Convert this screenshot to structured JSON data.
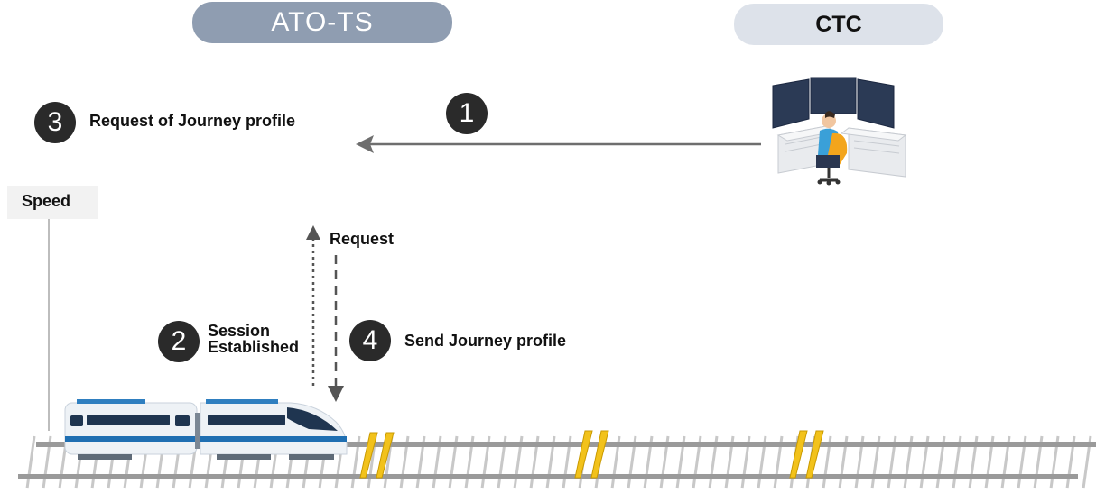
{
  "header": {
    "ato_ts": "ATO-TS",
    "ctc": "CTC"
  },
  "steps": [
    {
      "number": "1"
    },
    {
      "number": "2",
      "label_line1": "Session",
      "label_line2": "Established"
    },
    {
      "number": "3",
      "label": "Request of Journey profile"
    },
    {
      "number": "4",
      "label": "Send Journey profile"
    }
  ],
  "arrows": {
    "request_label": "Request"
  },
  "axis": {
    "speed_label": "Speed"
  },
  "colors": {
    "ato_pill": "#8f9db1",
    "ctc_pill": "#dde2ea",
    "step_circle": "#2a2a2a",
    "train_stripe": "#1f6fb2",
    "balise": "#f2c21b",
    "monitor": "#2b3a55",
    "operator_shirt": "#3aa0d8"
  },
  "icons": {
    "operator": "ctc-operator-console-icon",
    "train": "high-speed-train-icon",
    "balise": "balise-icon"
  }
}
